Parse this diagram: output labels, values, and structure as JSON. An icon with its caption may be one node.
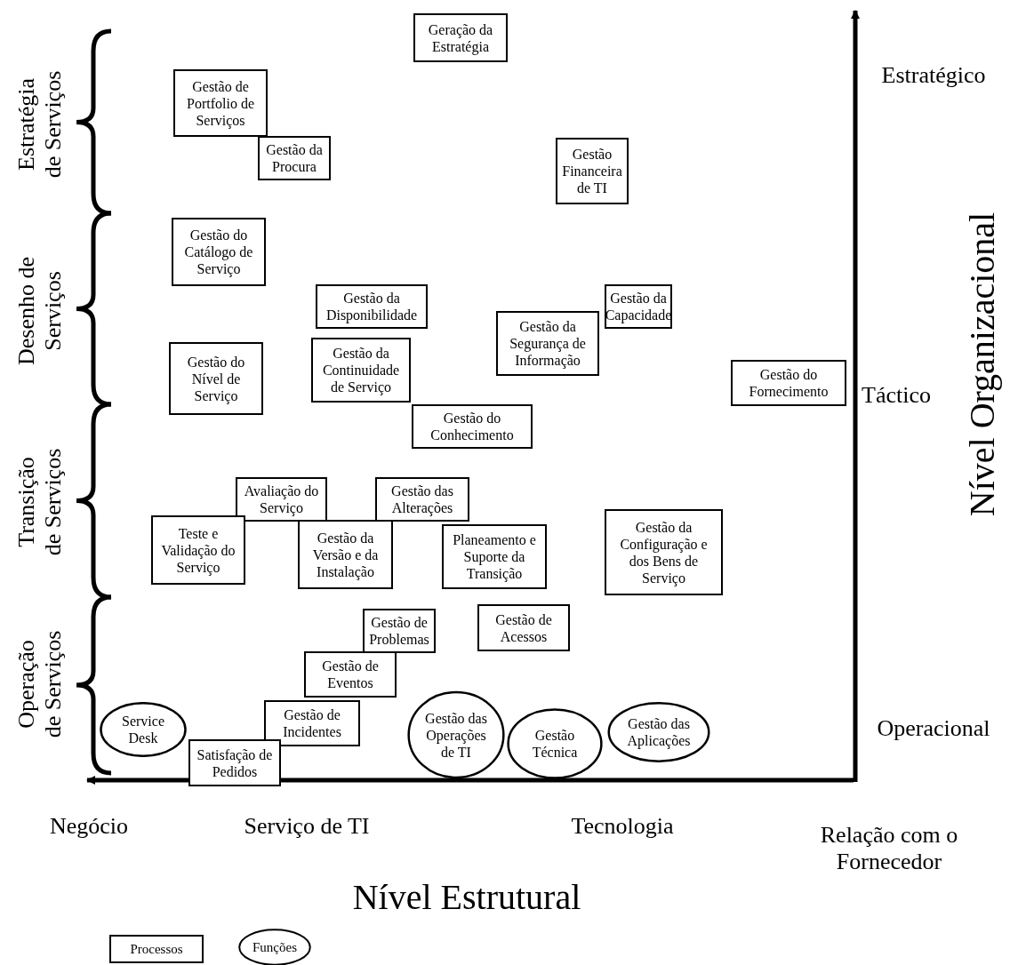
{
  "diagram": {
    "nodes": [
      {
        "text": [
          "Geração da Estratégia"
        ]
      },
      {
        "text": [
          "Gestão de Portfolio de Serviços"
        ]
      },
      {
        "text": [
          "Gestão da Procura"
        ]
      },
      {
        "text": [
          "Gestão Financeira de TI"
        ]
      },
      {
        "text": [
          "Gestão do Catálogo de Serviço"
        ]
      },
      {
        "text": [
          "Gestão da Disponibilidade"
        ]
      },
      {
        "text": [
          "Gestão da Capacidade"
        ]
      },
      {
        "text": [
          "Gestão do Nível de Serviço"
        ]
      },
      {
        "text": [
          "Gestão da Continuidade de Serviço"
        ]
      },
      {
        "text": [
          "Gestão da Segurança de Informação"
        ]
      },
      {
        "text": [
          "Gestão do Fornecimento"
        ]
      },
      {
        "text": [
          "Gestão do Conhecimento"
        ]
      },
      {
        "text": [
          "Avaliação do Serviço"
        ]
      },
      {
        "text": [
          "Gestão das Alterações"
        ]
      },
      {
        "text": [
          "Teste e Validação do Serviço"
        ]
      },
      {
        "text": [
          "Gestão da Versão e da Instalação"
        ]
      },
      {
        "text": [
          "Planeamento e Suporte da Transição"
        ]
      },
      {
        "text": [
          "Gestão da Configuração e dos Bens de Serviço"
        ]
      },
      {
        "text": [
          "Gestão de Problemas"
        ]
      },
      {
        "text": [
          "Gestão de Acessos"
        ]
      },
      {
        "text": [
          "Gestão de Eventos"
        ]
      },
      {
        "text": [
          "Gestão de Incidentes"
        ]
      },
      {
        "text": [
          "Service Desk"
        ]
      },
      {
        "text": [
          "Satisfação de Pedidos"
        ]
      },
      {
        "text": [
          "Gestão das Operações de TI"
        ]
      },
      {
        "text": [
          "Gestão Técnica"
        ]
      },
      {
        "text": [
          "Gestão das Aplicações"
        ]
      }
    ],
    "labels": [
      "Estratégia de Serviços",
      "Estratégico",
      "Nível Organizacional",
      "Desenho de Serviços",
      "Táctico",
      "Transição de Serviços",
      "Operação de Serviços",
      "Operacional",
      "Negócio",
      "Serviço de TI",
      "Tecnologia",
      "Relação com o Fornecedor",
      "Nível Estrutural"
    ],
    "legend": [
      {
        "text": "Processos"
      },
      {
        "text": "Funções"
      }
    ]
  }
}
